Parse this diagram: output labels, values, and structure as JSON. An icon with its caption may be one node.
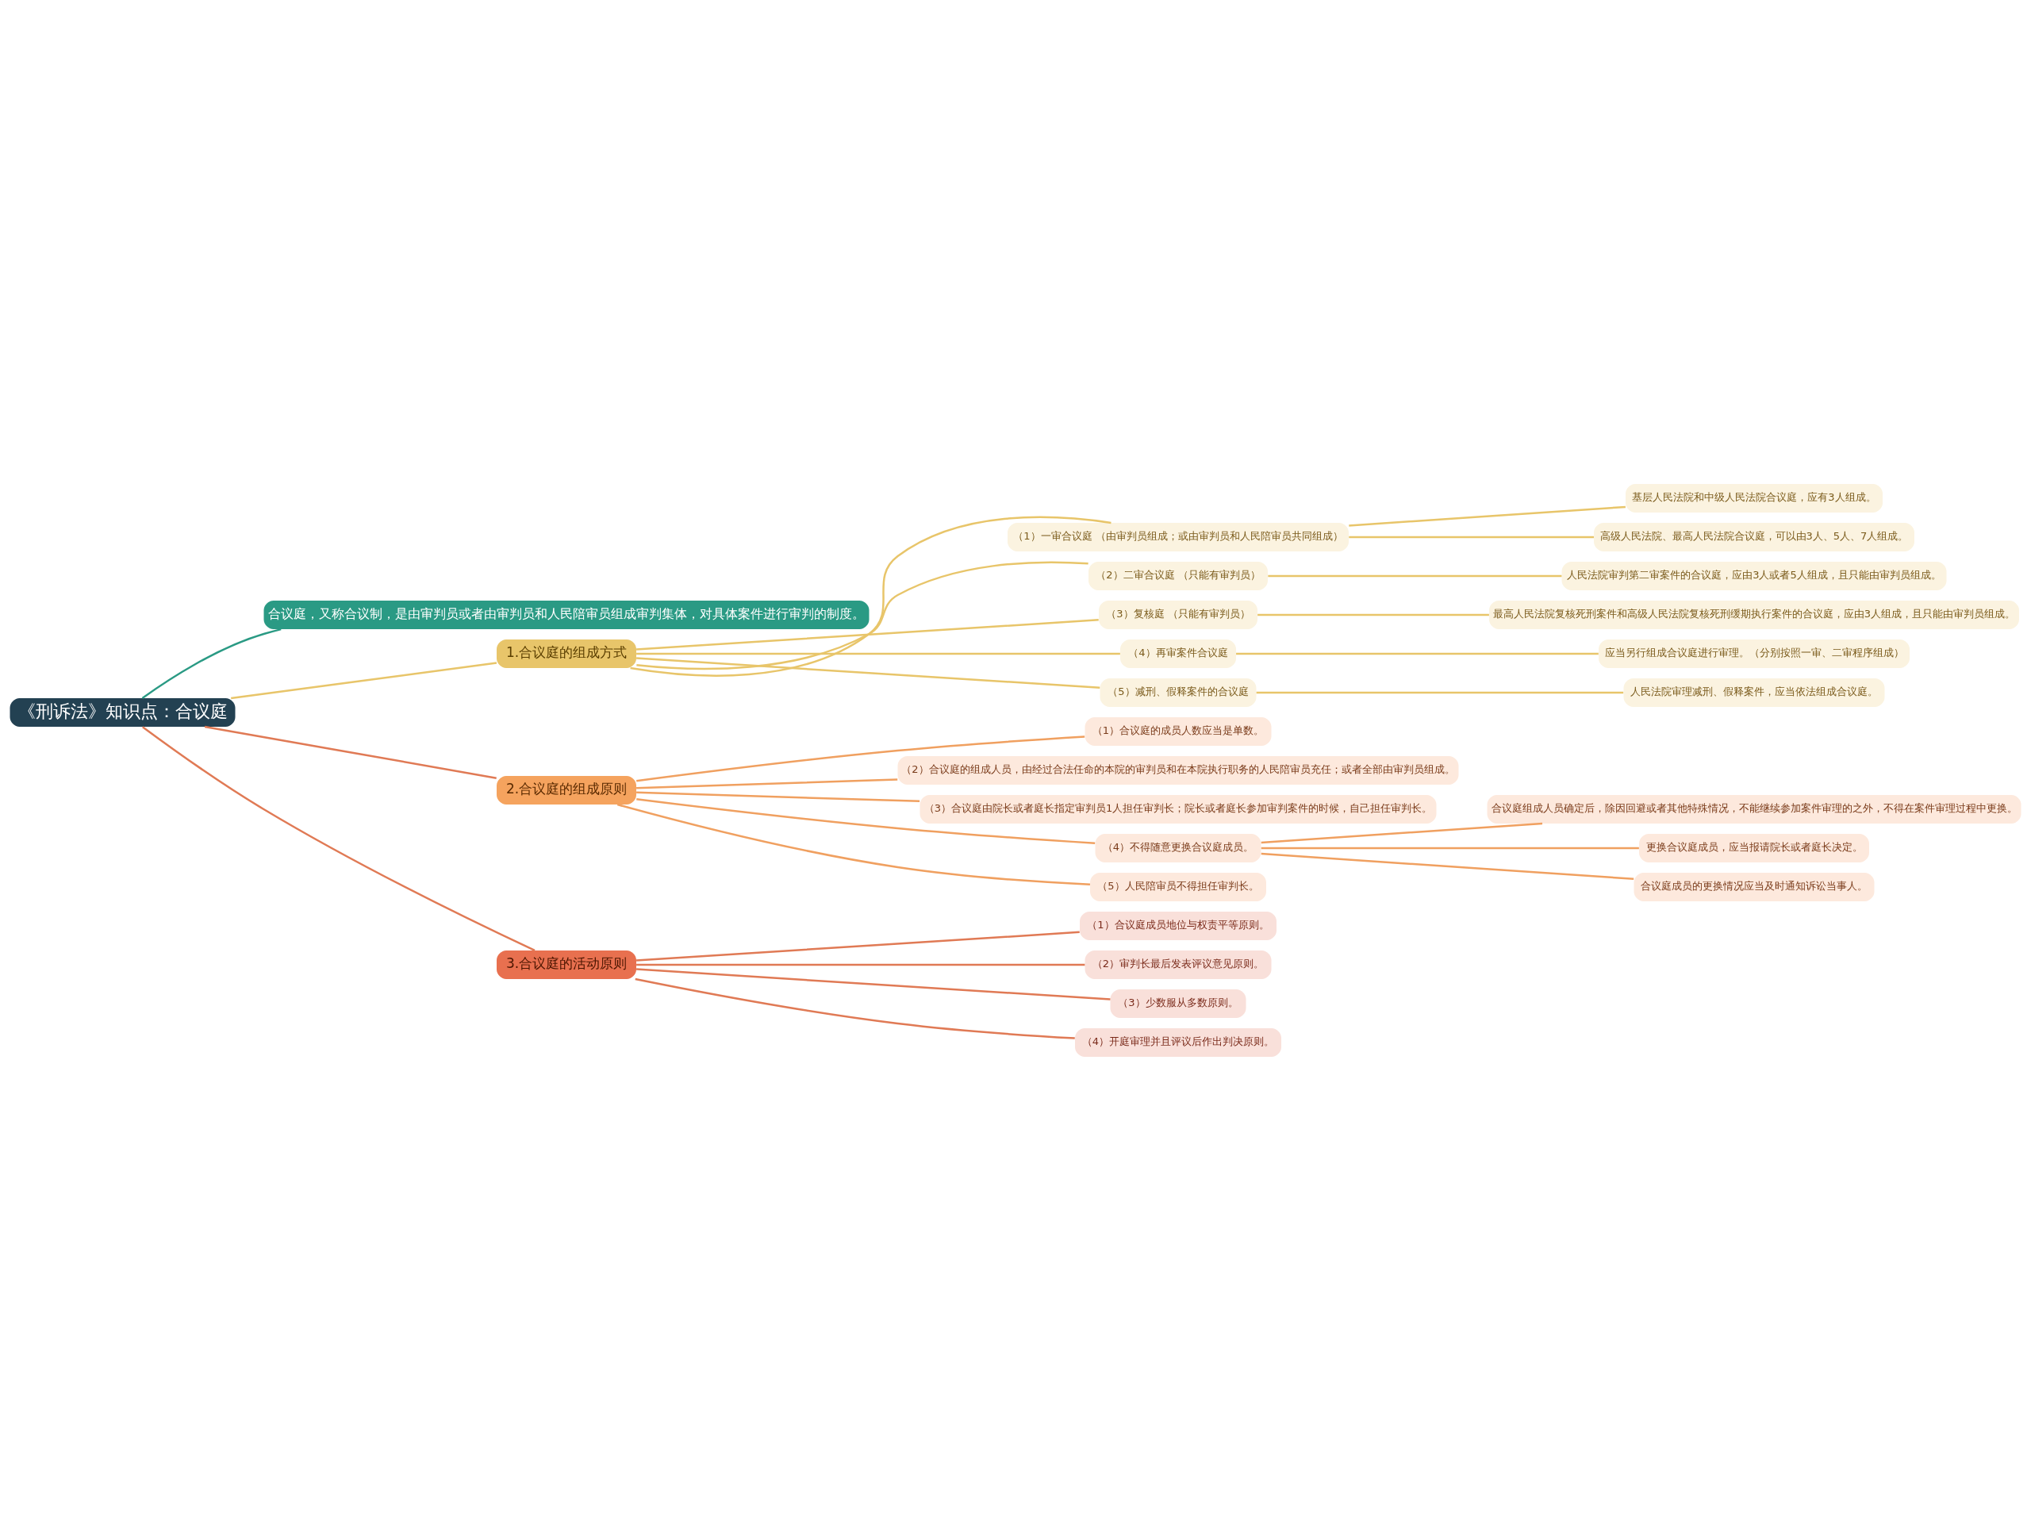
{
  "diagram": {
    "nodes": [
      {
        "text": [
          "《刑诉法》知识点：合议庭"
        ]
      },
      {
        "text": [
          "合议庭，又称合议制，是由审判员或者由审判员和人民陪审员组成审判集体，对具体案件进行审判的制度。"
        ]
      },
      {
        "text": [
          "1.合议庭的组成方式"
        ]
      },
      {
        "text": [
          "（1）一审合议庭 （由审判员组成；或由审判员和人民陪审员共同组成）"
        ]
      },
      {
        "text": [
          "基层人民法院和中级人民法院合议庭，应有3人组成。"
        ]
      },
      {
        "text": [
          "高级人民法院、最高人民法院合议庭，可以由3人、5人、7人组成。"
        ]
      },
      {
        "text": [
          "（2）二审合议庭 （只能有审判员）"
        ]
      },
      {
        "text": [
          "人民法院审判第二审案件的合议庭，应由3人或者5人组成，且只能由审判员组成。"
        ]
      },
      {
        "text": [
          "（3）复核庭 （只能有审判员）"
        ]
      },
      {
        "text": [
          "最高人民法院复核死刑案件和高级人民法院复核死刑缓期执行案件的合议庭，应由3人组成，且只能由审判员组成。"
        ]
      },
      {
        "text": [
          "（4）再审案件合议庭"
        ]
      },
      {
        "text": [
          "应当另行组成合议庭进行审理。（分别按照一审、二审程序组成）"
        ]
      },
      {
        "text": [
          "（5）减刑、假释案件的合议庭"
        ]
      },
      {
        "text": [
          "人民法院审理减刑、假释案件，应当依法组成合议庭。"
        ]
      },
      {
        "text": [
          "2.合议庭的组成原则"
        ]
      },
      {
        "text": [
          "（1）合议庭的成员人数应当是单数。"
        ]
      },
      {
        "text": [
          "（2）合议庭的组成人员，由经过合法任命的本院的审判员和在本院执行职务的人民陪审员充任；或者全部由审判员组成。"
        ]
      },
      {
        "text": [
          "（3）合议庭由院长或者庭长指定审判员1人担任审判长；院长或者庭长参加审判案件的时候，自己担任审判长。"
        ]
      },
      {
        "text": [
          "（4）不得随意更换合议庭成员。"
        ]
      },
      {
        "text": [
          "合议庭组成人员确定后，除因回避或者其他特殊情况，不能继续参加案件审理的之外，不得在案件审理过程中更换。"
        ]
      },
      {
        "text": [
          "更换合议庭成员，应当报请院长或者庭长决定。"
        ]
      },
      {
        "text": [
          "合议庭成员的更换情况应当及时通知诉讼当事人。"
        ]
      },
      {
        "text": [
          "（5）人民陪审员不得担任审判长。"
        ]
      },
      {
        "text": [
          "3.合议庭的活动原则"
        ]
      },
      {
        "text": [
          "（1）合议庭成员地位与权责平等原则。"
        ]
      },
      {
        "text": [
          "（2）审判长最后发表评议意见原则。"
        ]
      },
      {
        "text": [
          "（3）少数服从多数原则。"
        ]
      },
      {
        "text": [
          "（4）开庭审理并且评议后作出判决原则。"
        ]
      }
    ],
    "edges": [
      {
        "from": 0,
        "to": 1,
        "arrow": "none",
        "color": "#2a9a84"
      },
      {
        "from": 0,
        "to": 2,
        "arrow": "none",
        "color": "#e8c56a"
      },
      {
        "from": 2,
        "to": 3,
        "arrow": "none",
        "color": "#e8c56a"
      },
      {
        "from": 3,
        "to": 4,
        "arrow": "none",
        "color": "#e8c56a"
      },
      {
        "from": 3,
        "to": 5,
        "arrow": "none",
        "color": "#e8c56a"
      },
      {
        "from": 2,
        "to": 6,
        "arrow": "none",
        "color": "#e8c56a"
      },
      {
        "from": 6,
        "to": 7,
        "arrow": "none",
        "color": "#e8c56a"
      },
      {
        "from": 2,
        "to": 8,
        "arrow": "none",
        "color": "#e8c56a"
      },
      {
        "from": 8,
        "to": 9,
        "arrow": "none",
        "color": "#e8c56a"
      },
      {
        "from": 2,
        "to": 10,
        "arrow": "none",
        "color": "#e8c56a"
      },
      {
        "from": 10,
        "to": 11,
        "arrow": "none",
        "color": "#e8c56a"
      },
      {
        "from": 2,
        "to": 12,
        "arrow": "none",
        "color": "#e8c56a"
      },
      {
        "from": 12,
        "to": 13,
        "arrow": "none",
        "color": "#e8c56a"
      },
      {
        "from": 0,
        "to": 14,
        "arrow": "none",
        "color": "#e07a55"
      },
      {
        "from": 14,
        "to": 15,
        "arrow": "none",
        "color": "#f0a060"
      },
      {
        "from": 14,
        "to": 16,
        "arrow": "none",
        "color": "#f0a060"
      },
      {
        "from": 14,
        "to": 17,
        "arrow": "none",
        "color": "#f0a060"
      },
      {
        "from": 14,
        "to": 18,
        "arrow": "none",
        "color": "#f0a060"
      },
      {
        "from": 18,
        "to": 19,
        "arrow": "none",
        "color": "#f0a060"
      },
      {
        "from": 18,
        "to": 20,
        "arrow": "none",
        "color": "#f0a060"
      },
      {
        "from": 18,
        "to": 21,
        "arrow": "none",
        "color": "#f0a060"
      },
      {
        "from": 14,
        "to": 22,
        "arrow": "none",
        "color": "#f0a060"
      },
      {
        "from": 0,
        "to": 23,
        "arrow": "none",
        "color": "#e07a55"
      },
      {
        "from": 23,
        "to": 24,
        "arrow": "none",
        "color": "#e07a55"
      },
      {
        "from": 23,
        "to": 25,
        "arrow": "none",
        "color": "#e07a55"
      },
      {
        "from": 23,
        "to": 26,
        "arrow": "none",
        "color": "#e07a55"
      },
      {
        "from": 23,
        "to": 27,
        "arrow": "none",
        "color": "#e07a55"
      }
    ]
  }
}
